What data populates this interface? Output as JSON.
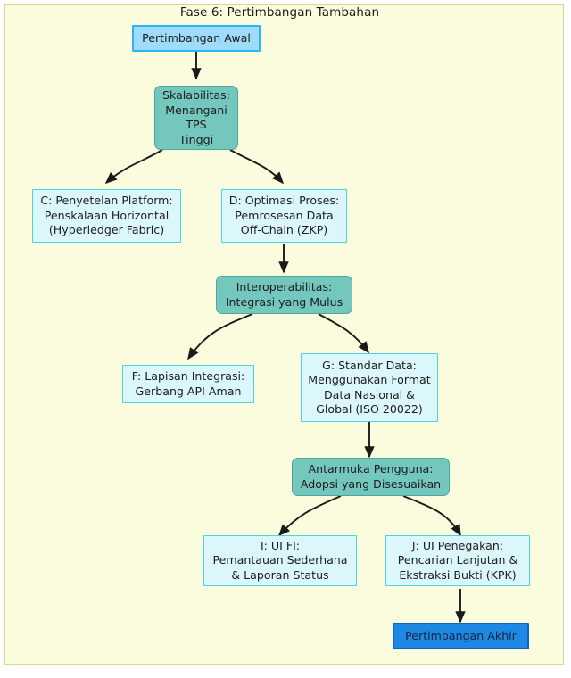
{
  "diagram": {
    "title": "Fase 6: Pertimbangan Tambahan",
    "colors": {
      "canvas_background": "#ffffff",
      "frame_background": "#fbfbdd",
      "frame_border": "#d6d69e",
      "start_fill": "#9fdcfa",
      "start_border": "#29b6f6",
      "end_fill": "#1e88e5",
      "end_border": "#1565c0",
      "teal_fill": "#74c7bc",
      "teal_border": "#4aa79b",
      "cyan_fill": "#dcf7fb",
      "cyan_border": "#4cd3e3",
      "edge_stroke": "#1a1a1a",
      "text": "#1c1c1c"
    },
    "nodes": [
      {
        "id": "start",
        "label": "Pertimbangan Awal",
        "shape": "rect",
        "style": "start"
      },
      {
        "id": "skala",
        "label": "Skalabilitas:\nMenangani\nTPS\nTinggi",
        "shape": "rounded",
        "style": "teal"
      },
      {
        "id": "C",
        "label": "C: Penyetelan Platform:\nPenskalaan Horizontal\n(Hyperledger Fabric)",
        "shape": "rect",
        "style": "cyan"
      },
      {
        "id": "D",
        "label": "D: Optimasi Proses:\nPemrosesan Data\nOff-Chain (ZKP)",
        "shape": "rect",
        "style": "cyan"
      },
      {
        "id": "intero",
        "label": "Interoperabilitas:\nIntegrasi yang Mulus",
        "shape": "rounded",
        "style": "teal"
      },
      {
        "id": "F",
        "label": "F: Lapisan Integrasi:\nGerbang API Aman",
        "shape": "rect",
        "style": "cyan"
      },
      {
        "id": "G",
        "label": "G: Standar Data:\nMenggunakan Format\nData Nasional &\nGlobal (ISO 20022)",
        "shape": "rect",
        "style": "cyan"
      },
      {
        "id": "antar",
        "label": "Antarmuka Pengguna:\nAdopsi yang Disesuaikan",
        "shape": "rounded",
        "style": "teal"
      },
      {
        "id": "I",
        "label": "I: UI FI:\nPemantauan Sederhana\n& Laporan Status",
        "shape": "rect",
        "style": "cyan"
      },
      {
        "id": "J",
        "label": "J: UI Penegakan:\nPencarian Lanjutan &\nEkstraksi Bukti (KPK)",
        "shape": "rect",
        "style": "cyan"
      },
      {
        "id": "end",
        "label": "Pertimbangan Akhir",
        "shape": "rect",
        "style": "end"
      }
    ],
    "edges": [
      {
        "from": "start",
        "to": "skala",
        "kind": "straight"
      },
      {
        "from": "skala",
        "to": "C",
        "kind": "curved"
      },
      {
        "from": "skala",
        "to": "D",
        "kind": "curved"
      },
      {
        "from": "D",
        "to": "intero",
        "kind": "straight"
      },
      {
        "from": "intero",
        "to": "F",
        "kind": "curved"
      },
      {
        "from": "intero",
        "to": "G",
        "kind": "curved"
      },
      {
        "from": "G",
        "to": "antar",
        "kind": "straight"
      },
      {
        "from": "antar",
        "to": "I",
        "kind": "curved"
      },
      {
        "from": "antar",
        "to": "J",
        "kind": "curved"
      },
      {
        "from": "J",
        "to": "end",
        "kind": "straight"
      }
    ]
  }
}
